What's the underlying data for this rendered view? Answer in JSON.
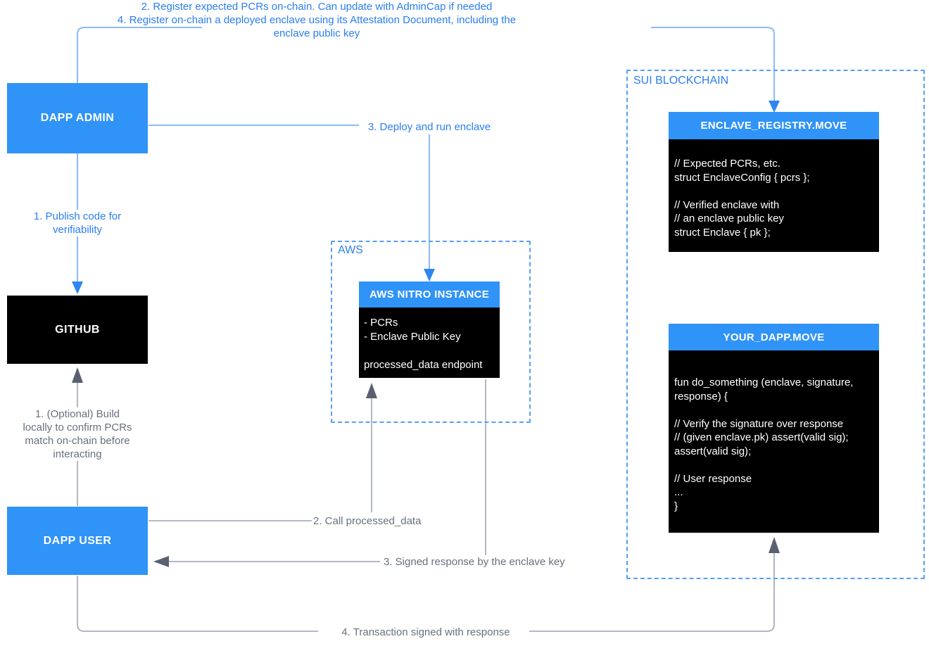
{
  "colors": {
    "node_blue": "#3093F8",
    "node_black": "#000000",
    "blue_text": "#2A7EF0",
    "light_blue_line": "#8CBAF8",
    "blue_arrowhead": "#2E86F0",
    "dashed_border_blue": "#559FF7",
    "gray_line": "#A9AFBA",
    "gray_arrowhead": "#596070",
    "gray_text": "#68707E",
    "white_text": "#FFFFFF"
  },
  "annotations": {
    "top_step2": "2. Register expected PCRs on-chain. Can update with AdminCap if needed",
    "top_step4": "4. Register on-chain a deployed enclave using its Attestation Document, including the\nenclave public key",
    "publish_code": "1. Publish code for\nverifiability",
    "deploy_enclave": "3. Deploy and run enclave",
    "optional_build": "1. (Optional) Build\nlocally to confirm PCRs\nmatch on-chain before\ninteracting",
    "call_processed_data": "2. Call processed_data",
    "signed_response": "3. Signed response by the enclave key",
    "transaction_signed": "4. Transaction signed with response"
  },
  "nodes": {
    "dapp_admin": "DAPP ADMIN",
    "github": "GITHUB",
    "dapp_user": "DAPP USER"
  },
  "regions": {
    "aws": "AWS",
    "sui": "SUI BLOCKCHAIN"
  },
  "modules": {
    "aws_nitro": {
      "title": "AWS NITRO INSTANCE",
      "body": "- PCRs\n- Enclave Public Key\n\nprocessed_data endpoint"
    },
    "enclave_registry": {
      "title": "ENCLAVE_REGISTRY.MOVE",
      "body": "// Expected PCRs, etc.\nstruct EnclaveConfig { pcrs };\n\n// Verified enclave with\n// an enclave public key\nstruct Enclave { pk };"
    },
    "your_dapp": {
      "title": "YOUR_DAPP.MOVE",
      "body": "fun do_something (enclave, signature,\nresponse) {\n\n// Verify the signature over response\n// (given enclave.pk) assert(valid sig);\nassert(valid sig);\n\n// User response\n...\n}"
    }
  }
}
